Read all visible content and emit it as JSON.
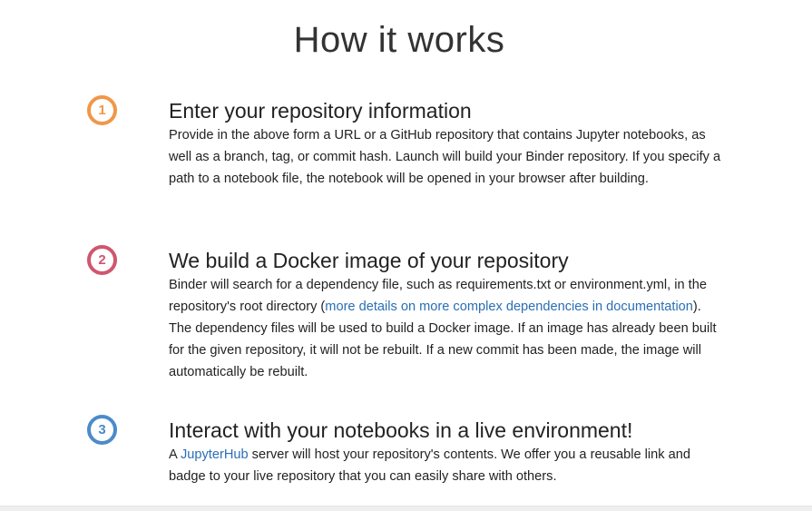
{
  "title": "How it works",
  "colors": {
    "step1": "#f0974a",
    "step2": "#d0566e",
    "step3": "#4b8bc9",
    "link": "#2a6eb5"
  },
  "steps": [
    {
      "number": "1",
      "heading": "Enter your repository information",
      "text": "Provide in the above form a URL or a GitHub repository that contains Jupyter notebooks, as well as a branch, tag, or commit hash. Launch will build your Binder repository. If you specify a path to a notebook file, the notebook will be opened in your browser after building."
    },
    {
      "number": "2",
      "heading": "We build a Docker image of your repository",
      "text_before": "Binder will search for a dependency file, such as requirements.txt or environment.yml, in the repository's root directory (",
      "link": "more details on more complex dependencies in documentation",
      "text_after": "). The dependency files will be used to build a Docker image. If an image has already been built for the given repository, it will not be rebuilt. If a new commit has been made, the image will automatically be rebuilt."
    },
    {
      "number": "3",
      "heading": "Interact with your notebooks in a live environment!",
      "text_before": "A ",
      "link": "JupyterHub",
      "text_after": " server will host your repository's contents. We offer you a reusable link and badge to your live repository that you can easily share with others."
    }
  ]
}
